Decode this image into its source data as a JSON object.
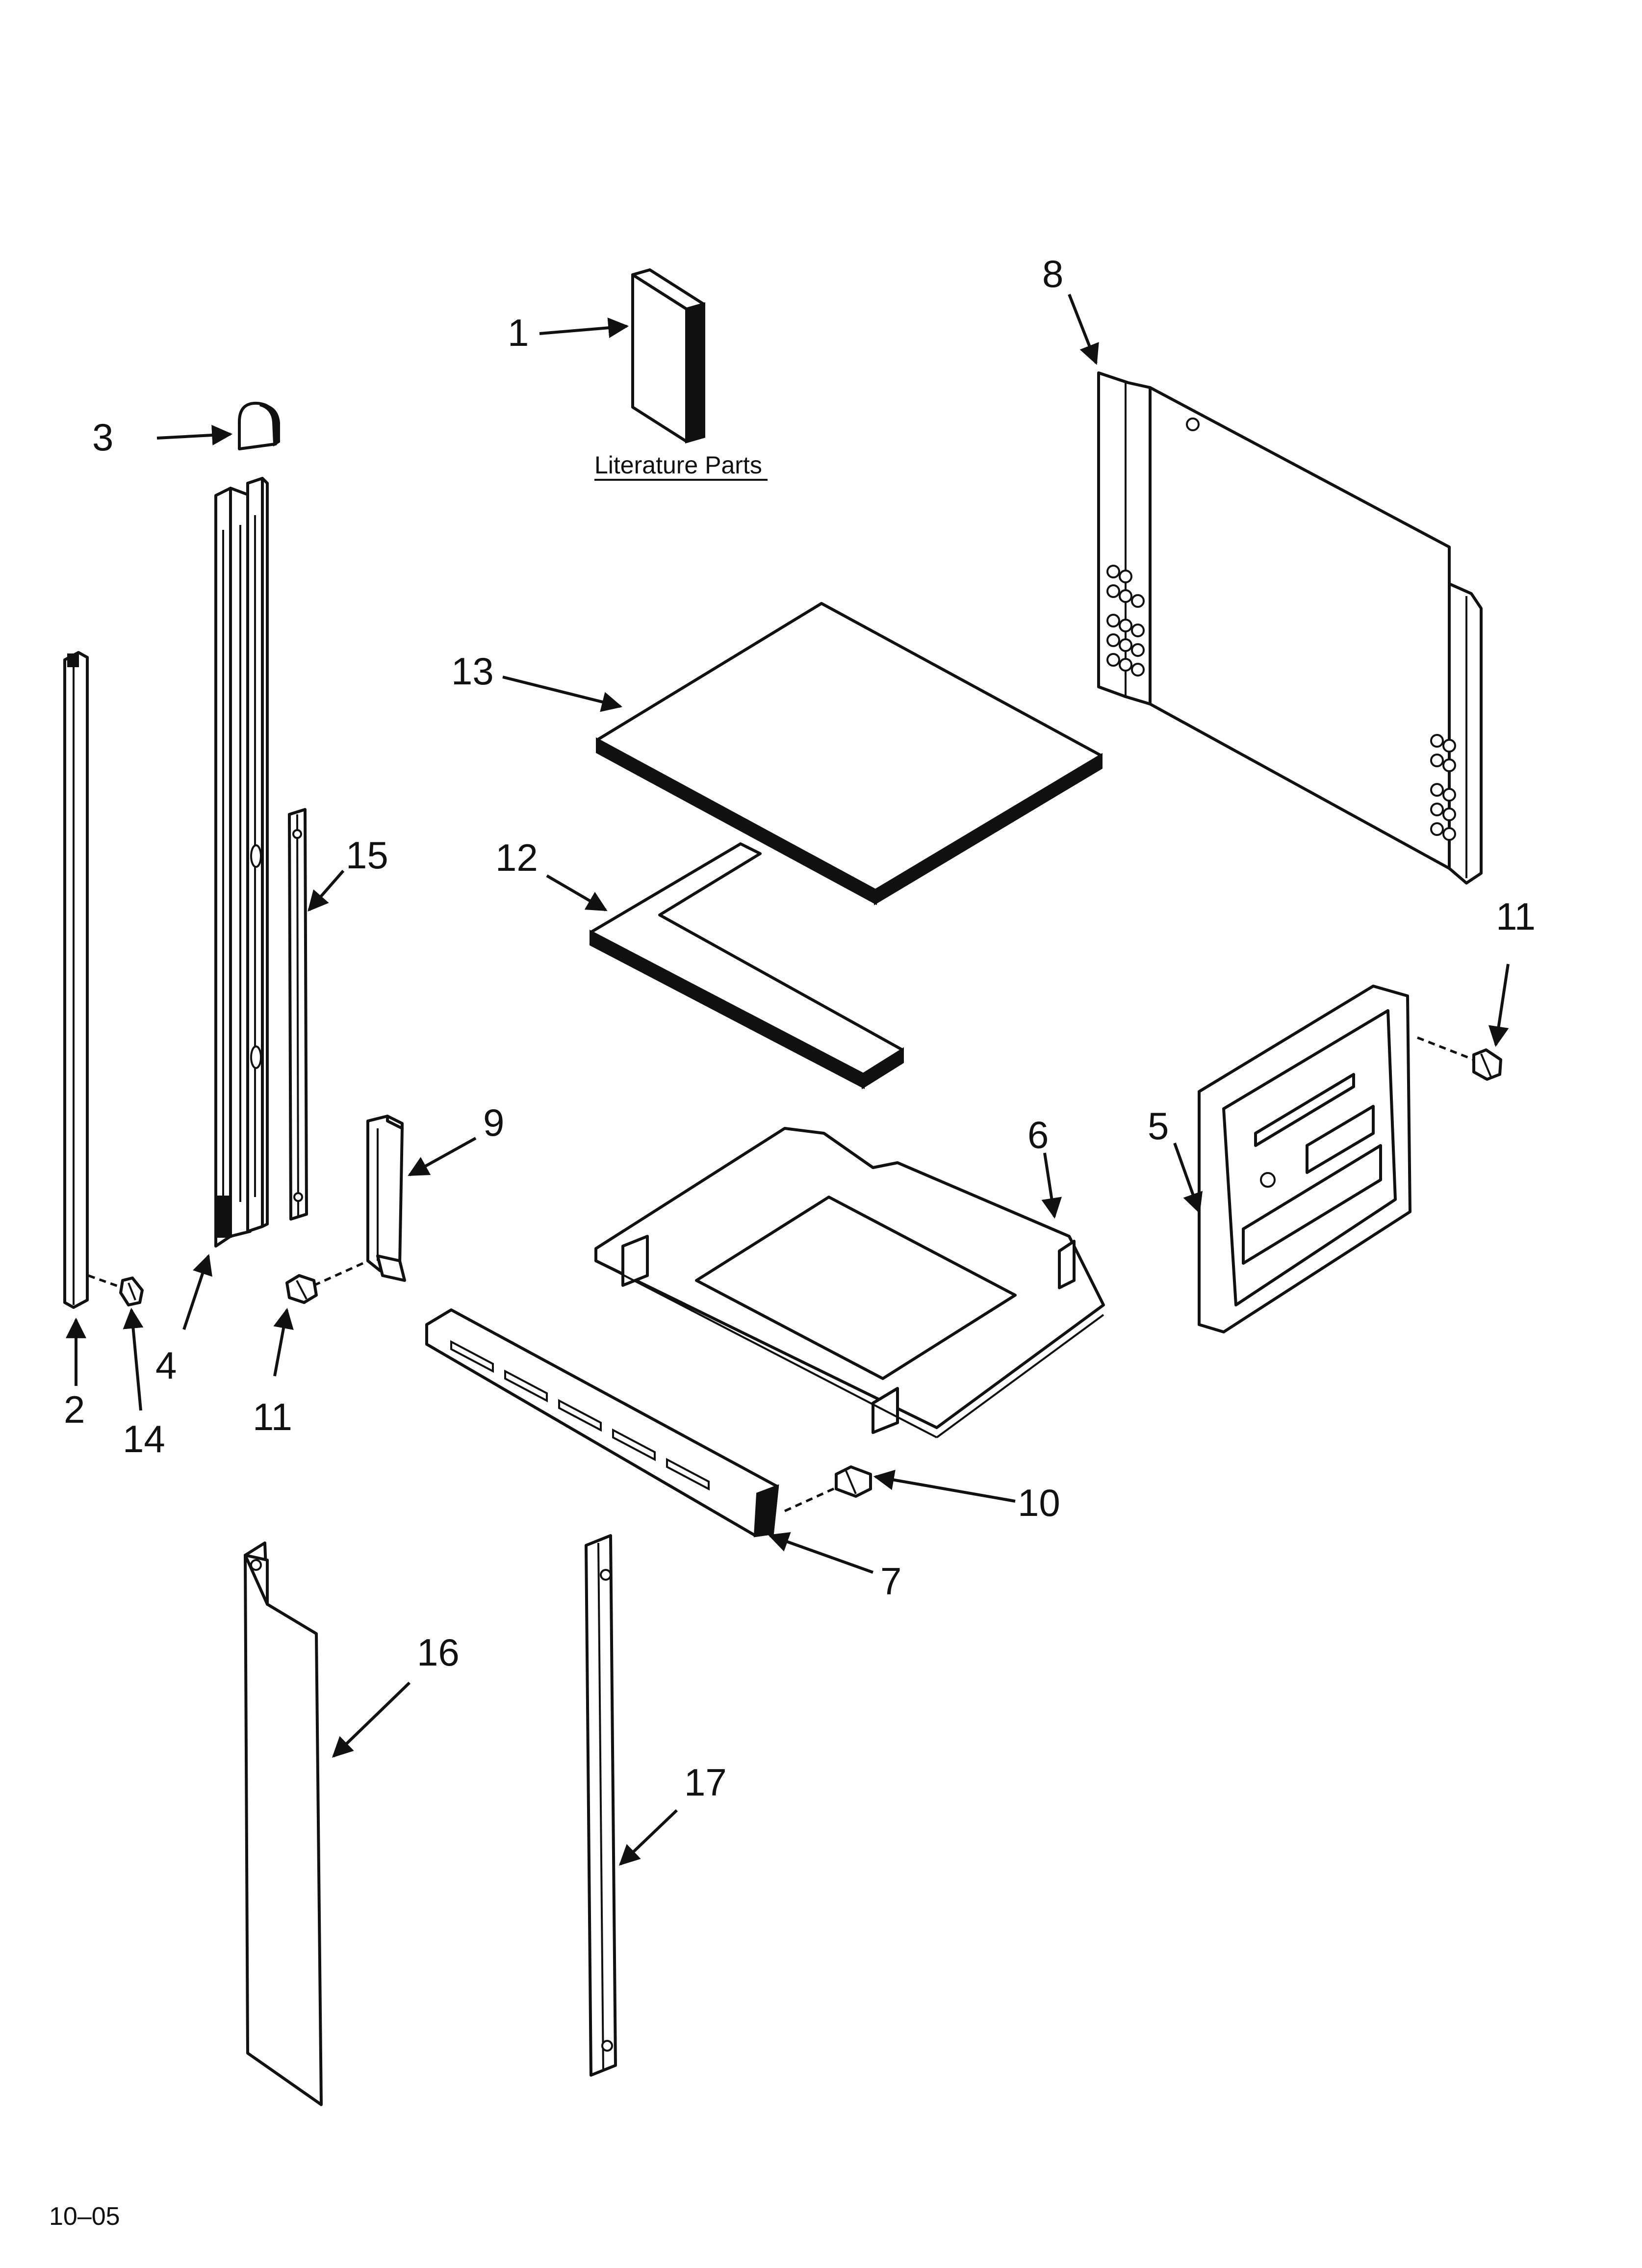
{
  "diagram": {
    "literature_caption": "Literature Parts",
    "footer_code": "10–05",
    "callouts": {
      "c1": "1",
      "c2": "2",
      "c3": "3",
      "c4": "4",
      "c5": "5",
      "c6": "6",
      "c7": "7",
      "c8": "8",
      "c9": "9",
      "c10": "10",
      "c11a": "11",
      "c11b": "11",
      "c12": "12",
      "c13": "13",
      "c14": "14",
      "c15": "15",
      "c16": "16",
      "c17": "17"
    }
  }
}
